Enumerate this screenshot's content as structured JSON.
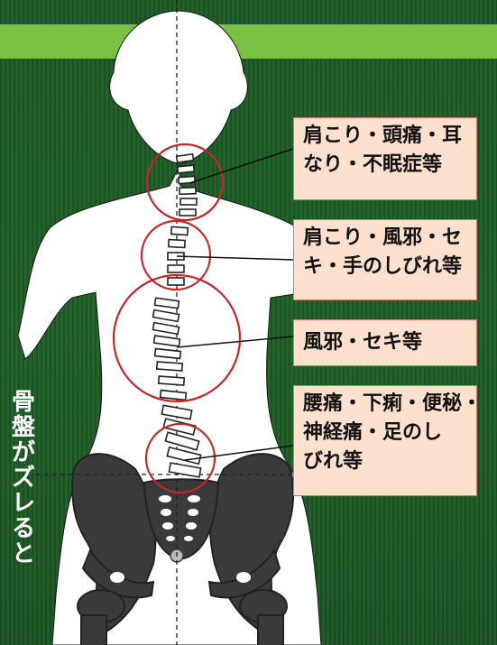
{
  "callouts": [
    {
      "lines": [
        "肩こり・頭痛・耳",
        "なり・不眠症等"
      ]
    },
    {
      "lines": [
        "肩こり・風邪・セ",
        "キ・手のしびれ等"
      ]
    },
    {
      "lines": [
        "風邪・セキ等"
      ]
    },
    {
      "lines": [
        "腰痛・下痢・便秘・",
        "神経痛・足のし",
        "びれ等"
      ]
    }
  ],
  "side_label": [
    "骨",
    "盤",
    "が",
    "ズ",
    "レ",
    "る",
    "と"
  ],
  "colors": {
    "background": "#1f5a26",
    "banner": "#7ac043",
    "silhouette": "#ffffff",
    "circle": "#c0282a",
    "callout_fill": "#fde0cd",
    "bone": "#3a3a3a"
  },
  "icons": {
    "figure": "human-back-silhouette",
    "spine": "misaligned-spine",
    "pelvis": "pelvis-bone"
  }
}
